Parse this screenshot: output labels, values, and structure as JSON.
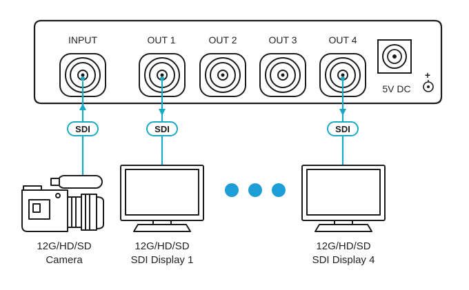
{
  "device": {
    "ports": [
      {
        "label": "INPUT"
      },
      {
        "label": "OUT 1"
      },
      {
        "label": "OUT 2"
      },
      {
        "label": "OUT 3"
      },
      {
        "label": "OUT 4"
      }
    ],
    "power_label": "5V DC",
    "power_polarity": "+"
  },
  "cables": [
    {
      "label": "SDI"
    },
    {
      "label": "SDI"
    },
    {
      "label": "SDI"
    }
  ],
  "devices": {
    "camera": {
      "line1": "12G/HD/SD",
      "line2": "Camera"
    },
    "display1": {
      "line1": "12G/HD/SD",
      "line2": "SDI Display 1"
    },
    "display4": {
      "line1": "12G/HD/SD",
      "line2": "SDI Display 4"
    }
  },
  "colors": {
    "cable": "#1aa9c4",
    "dots": "#1e9ed6",
    "outline": "#1a1a1a"
  },
  "icons": {
    "bnc": "bnc-connector-icon",
    "power": "dc-power-jack-icon",
    "camera": "camera-icon",
    "display": "monitor-icon",
    "continuation": "ellipsis-dots-icon"
  }
}
